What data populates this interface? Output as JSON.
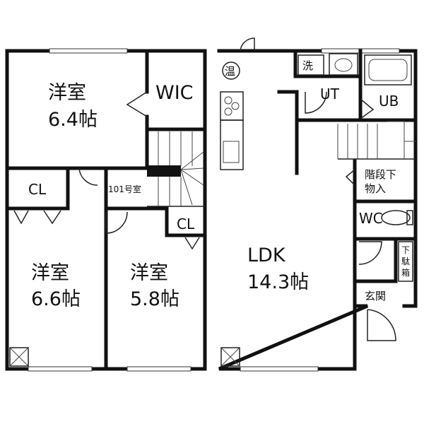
{
  "plan": {
    "upper_floor": {
      "western_room_top": {
        "name": "洋室",
        "size": "6.4帖"
      },
      "wic": "WIC",
      "closet_left": "CL",
      "room_label": "101号室",
      "western_room_left": {
        "name": "洋室",
        "size": "6.6帖"
      },
      "western_room_right": {
        "name": "洋室",
        "size": "5.8帖"
      },
      "closet_right": "CL"
    },
    "ground_floor": {
      "water_heater": "温",
      "washer": "洗",
      "utility": "UT",
      "bath": "UB",
      "under_stairs_storage": [
        "階段下",
        "物入"
      ],
      "toilet": "WC",
      "shoe_box": [
        "下",
        "駄",
        "箱"
      ],
      "entrance": "玄関",
      "ldk": {
        "name": "LDK",
        "size": "14.3帖"
      }
    }
  }
}
